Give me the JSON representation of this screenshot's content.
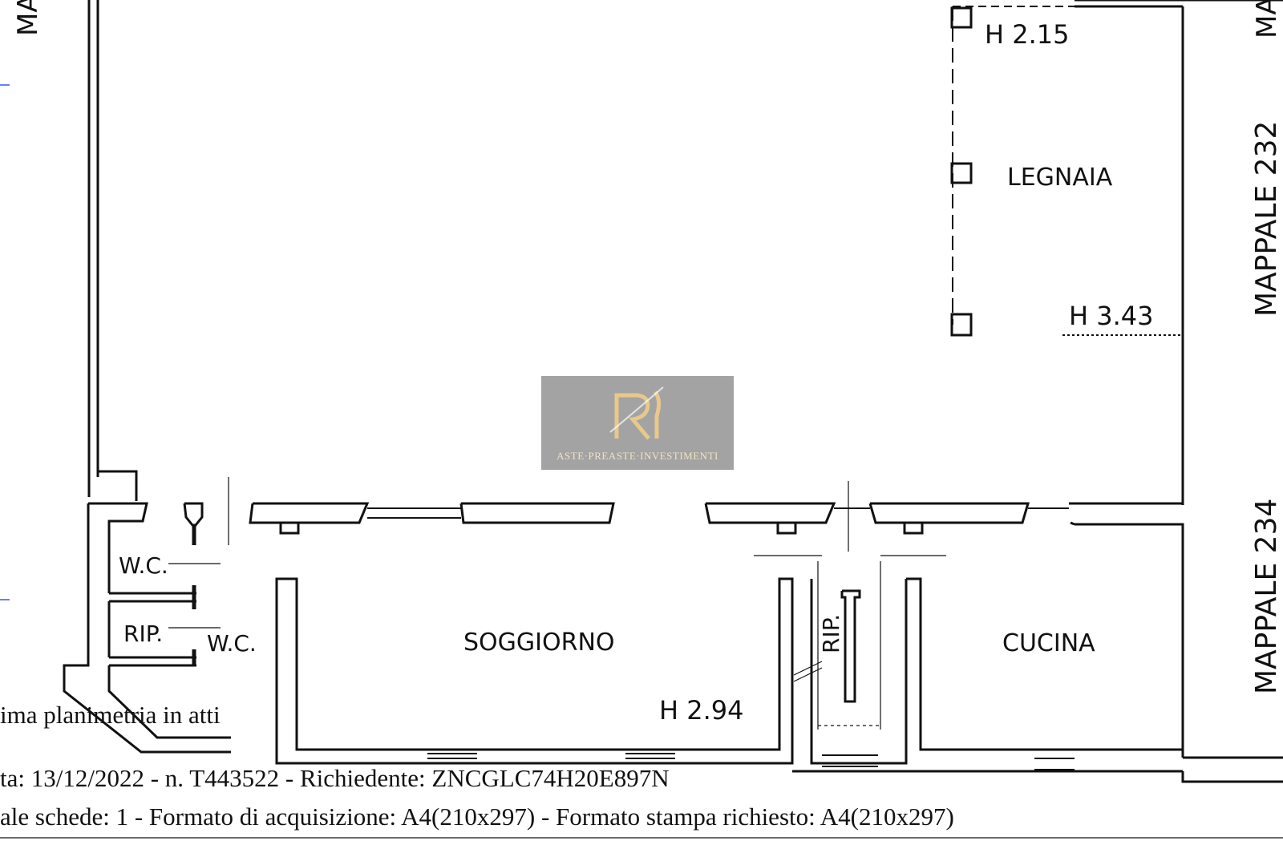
{
  "rooms": {
    "legnaia": "LEGNAIA",
    "soggiorno": "SOGGIORNO",
    "cucina": "CUCINA",
    "wc_upper": "W.C.",
    "wc_lower": "W.C.",
    "rip_left": "RIP.",
    "rip_center": "RIP."
  },
  "heights": {
    "h_215": "H 2.15",
    "h_343": "H 3.43",
    "h_294": "H 2.94"
  },
  "parcels": {
    "top_left": "MA",
    "top_right": "MA",
    "mappale_232": "MAPPALE 232",
    "mappale_234": "MAPPALE 234"
  },
  "footer": {
    "line1": "ima planimetria in atti",
    "line2": "ta: 13/12/2022 - n. T443522 - Richiedente: ZNCGLC74H20E897N",
    "line3": "ale schede: 1 - Formato di acquisizione: A4(210x297)  - Formato stampa richiesto: A4(210x297)"
  },
  "watermark": {
    "caption": "ASTE·PREASTE·INVESTIMENTI",
    "logo_letters": "RI",
    "logo_icon": "ri-monogram-logo"
  },
  "colors": {
    "line": "#111111",
    "watermark_bg": "#808080",
    "watermark_gold": "#e8c98a",
    "watermark_text": "#f1e2c2",
    "accent_blue": "#3355ff"
  }
}
